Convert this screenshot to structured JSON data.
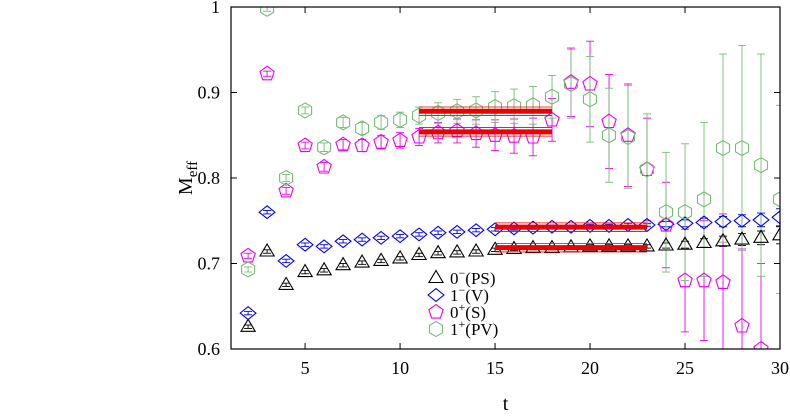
{
  "chart_data": {
    "type": "scatter",
    "xlabel": "t",
    "ylabel": "M",
    "ylabel_sub": "eff",
    "xlim": [
      1.1,
      30
    ],
    "ylim": [
      0.6,
      1.0
    ],
    "xticks": [
      5,
      10,
      15,
      20,
      25,
      30
    ],
    "yticks": [
      0.6,
      0.7,
      0.8,
      0.9,
      1.0
    ],
    "xtick_labels": [
      "5",
      "10",
      "15",
      "20",
      "25",
      "30"
    ],
    "ytick_labels": [
      "0.6",
      "0.7",
      "0.8",
      "0.9",
      "1"
    ],
    "legend_position": "lower-center",
    "series": [
      {
        "name": "0⁻(PS)",
        "name_main": "0",
        "name_sup": "−",
        "name_rest": "(PS)",
        "marker": "triangle",
        "color": "#000000",
        "x": [
          2,
          3,
          4,
          5,
          6,
          7,
          8,
          9,
          10,
          11,
          12,
          13,
          14,
          15,
          16,
          17,
          18,
          19,
          20,
          21,
          22,
          23,
          24,
          25,
          26,
          27,
          28,
          29,
          30
        ],
        "y": [
          0.626,
          0.714,
          0.675,
          0.69,
          0.692,
          0.698,
          0.701,
          0.703,
          0.706,
          0.71,
          0.712,
          0.713,
          0.714,
          0.716,
          0.717,
          0.718,
          0.718,
          0.719,
          0.72,
          0.72,
          0.72,
          0.72,
          0.721,
          0.722,
          0.724,
          0.726,
          0.728,
          0.73,
          0.733
        ],
        "err": [
          0.002,
          0.002,
          0.002,
          0.002,
          0.002,
          0.002,
          0.002,
          0.002,
          0.002,
          0.002,
          0.002,
          0.002,
          0.002,
          0.002,
          0.002,
          0.002,
          0.002,
          0.002,
          0.002,
          0.002,
          0.002,
          0.002,
          0.003,
          0.004,
          0.005,
          0.006,
          0.007,
          0.008,
          0.01
        ]
      },
      {
        "name": "1⁻(V)",
        "name_main": "1",
        "name_sup": "−",
        "name_rest": "(V)",
        "marker": "diamond",
        "color": "#0000ee",
        "x": [
          2,
          3,
          4,
          5,
          6,
          7,
          8,
          9,
          10,
          11,
          12,
          13,
          14,
          15,
          16,
          17,
          18,
          19,
          20,
          21,
          22,
          23,
          24,
          25,
          26,
          27,
          28,
          29,
          30
        ],
        "y": [
          0.642,
          0.76,
          0.703,
          0.722,
          0.72,
          0.726,
          0.728,
          0.73,
          0.732,
          0.734,
          0.736,
          0.737,
          0.739,
          0.74,
          0.741,
          0.742,
          0.743,
          0.743,
          0.744,
          0.744,
          0.745,
          0.745,
          0.746,
          0.747,
          0.748,
          0.749,
          0.75,
          0.751,
          0.754
        ],
        "err": [
          0.002,
          0.002,
          0.002,
          0.002,
          0.002,
          0.002,
          0.002,
          0.002,
          0.002,
          0.002,
          0.002,
          0.002,
          0.002,
          0.002,
          0.002,
          0.002,
          0.002,
          0.002,
          0.002,
          0.002,
          0.002,
          0.002,
          0.003,
          0.004,
          0.005,
          0.006,
          0.007,
          0.008,
          0.01
        ]
      },
      {
        "name": "0⁺(S)",
        "name_main": "0",
        "name_sup": "+",
        "name_rest": "(S)",
        "marker": "pentagon",
        "color": "#ee00ee",
        "x": [
          2,
          3,
          4,
          5,
          6,
          7,
          8,
          9,
          10,
          11,
          12,
          13,
          14,
          15,
          16,
          17,
          18,
          19,
          20,
          21,
          22,
          23,
          24,
          25,
          26,
          27,
          28,
          29
        ],
        "y": [
          0.709,
          0.922,
          0.785,
          0.838,
          0.813,
          0.839,
          0.838,
          0.842,
          0.844,
          0.848,
          0.853,
          0.855,
          0.852,
          0.85,
          0.849,
          0.848,
          0.868,
          0.912,
          0.91,
          0.866,
          0.85,
          0.81,
          0.745,
          0.68,
          0.68,
          0.678,
          0.627,
          0.6
        ],
        "err": [
          0.003,
          0.003,
          0.004,
          0.004,
          0.005,
          0.006,
          0.007,
          0.008,
          0.009,
          0.01,
          0.012,
          0.014,
          0.016,
          0.018,
          0.02,
          0.022,
          0.025,
          0.04,
          0.05,
          0.055,
          0.06,
          0.06,
          0.05,
          0.06,
          0.07,
          0.08,
          0.09,
          0.1
        ]
      },
      {
        "name": "1⁺(PV)",
        "name_main": "1",
        "name_sup": "+",
        "name_rest": "(PV)",
        "marker": "hexagon",
        "color": "#77bb77",
        "x": [
          2,
          3,
          4,
          5,
          6,
          7,
          8,
          9,
          10,
          11,
          12,
          13,
          14,
          15,
          16,
          17,
          18,
          19,
          20,
          21,
          22,
          23,
          24,
          25,
          26,
          27,
          28,
          29,
          30
        ],
        "y": [
          0.693,
          0.998,
          0.8,
          0.879,
          0.836,
          0.865,
          0.858,
          0.865,
          0.868,
          0.873,
          0.876,
          0.878,
          0.879,
          0.883,
          0.884,
          0.885,
          0.895,
          0.91,
          0.892,
          0.85,
          0.848,
          0.81,
          0.76,
          0.76,
          0.775,
          0.835,
          0.835,
          0.815,
          0.775
        ],
        "err": [
          0.003,
          0.003,
          0.004,
          0.004,
          0.005,
          0.006,
          0.007,
          0.008,
          0.009,
          0.01,
          0.012,
          0.014,
          0.016,
          0.018,
          0.02,
          0.022,
          0.025,
          0.04,
          0.05,
          0.055,
          0.06,
          0.065,
          0.07,
          0.08,
          0.09,
          0.11,
          0.12,
          0.13,
          0.11
        ]
      }
    ],
    "fits": [
      {
        "series": "0⁻(PS)",
        "x_range": [
          15,
          23
        ],
        "value": 0.7185
      },
      {
        "series": "1⁻(V)",
        "x_range": [
          15,
          23
        ],
        "value": 0.7425
      },
      {
        "series": "0⁺(S)",
        "x_range": [
          11,
          18
        ],
        "value": 0.854
      },
      {
        "series": "1⁺(PV)",
        "x_range": [
          11,
          18
        ],
        "value": 0.878
      }
    ],
    "fit_color": "#ee0000"
  }
}
